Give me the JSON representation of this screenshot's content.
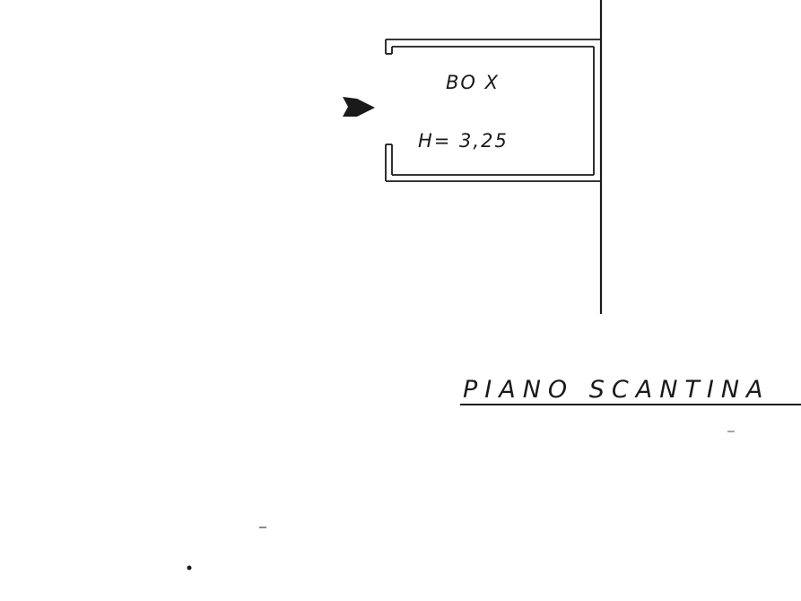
{
  "plan": {
    "room_label": "BO X",
    "height_label": "H= 3,25",
    "floor_title": "PIANO SCANTINA"
  },
  "colors": {
    "ink": "#1a1a1a",
    "paper": "#ffffff"
  },
  "icons": {
    "entry_marker": "entry-arrow-icon"
  }
}
